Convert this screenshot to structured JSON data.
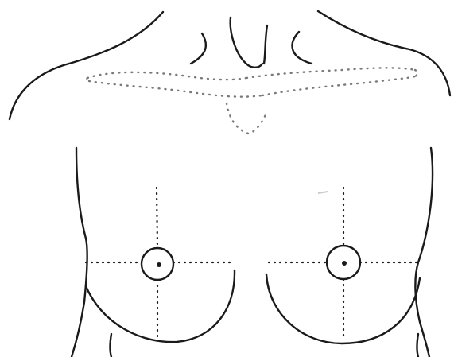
{
  "figure": {
    "subject": "front-torso-line-drawing",
    "colors": {
      "background": "#ffffff",
      "line": "#1a1a1a",
      "dotted_region": "#7a7a7a",
      "axis_dots": "#1a1a1a"
    },
    "marked_regions": [
      {
        "id": "clavicle-region",
        "style": "dotted-outline"
      },
      {
        "id": "sternal-region",
        "style": "dotted-outline"
      }
    ],
    "quadrant_marks": [
      {
        "side": "right-breast",
        "style": "dotted-cross",
        "center_mark": "circle"
      },
      {
        "side": "left-breast",
        "style": "dotted-cross",
        "center_mark": "circle"
      }
    ]
  }
}
